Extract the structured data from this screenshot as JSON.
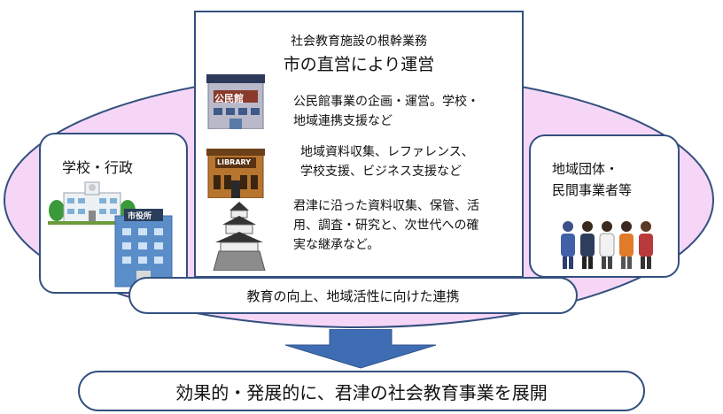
{
  "left_box": {
    "title": "学校・行政",
    "city_hall_sign": "市役所"
  },
  "right_box": {
    "line1": "地域団体・",
    "line2": "民間事業者等"
  },
  "center_box": {
    "subtitle": "社会教育施設の根幹業務",
    "title": "市の直営により運営",
    "items": [
      {
        "icon": "community-center-icon",
        "sign": "公民館",
        "text": "公民館事業の企画・運営。学校・\n地域連携支援など"
      },
      {
        "icon": "library-icon",
        "sign": "LIBRARY",
        "text": "地域資料収集、レファレンス、\n学校支援、ビジネス支援など"
      },
      {
        "icon": "castle-icon",
        "sign": "",
        "text": "君津に沿った資料収集、保管、活\n用、調査・研究と、次世代への確\n実な継承など。"
      }
    ]
  },
  "bottom_band": {
    "label": "教育の向上、地域活性に向けた連携"
  },
  "conclusion": {
    "label": "効果的・発展的に、君津の社会教育事業を展開"
  },
  "colors": {
    "ellipse": "#f6d6f6",
    "border": "#33507f",
    "arrow": "#3f6db3"
  }
}
